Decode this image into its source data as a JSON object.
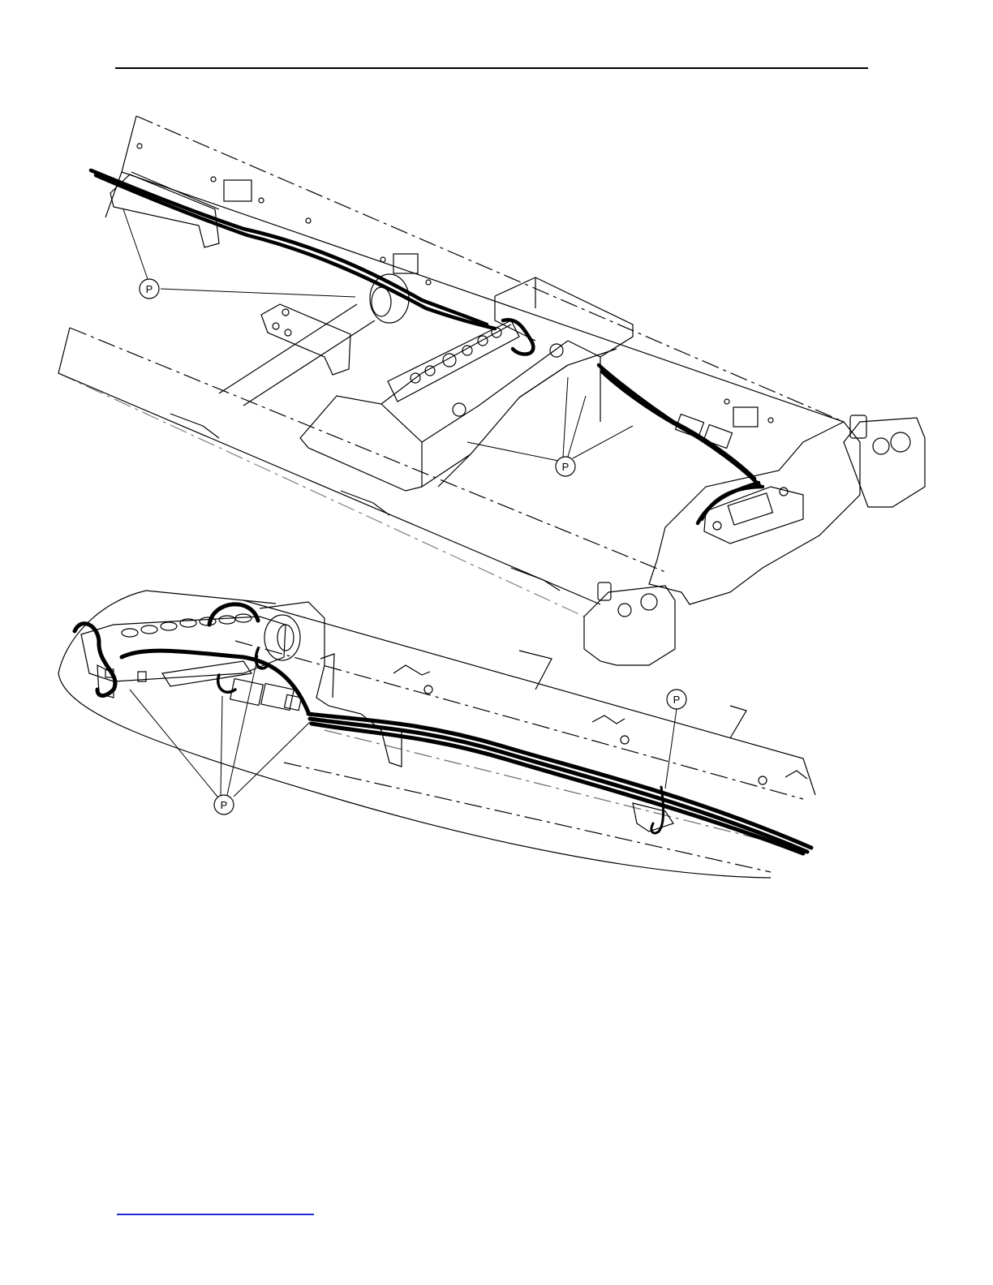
{
  "header": {
    "rule": true
  },
  "diagrams": {
    "upper": {
      "callouts": [
        {
          "label": "P"
        },
        {
          "label": "P"
        }
      ]
    },
    "lower": {
      "callouts": [
        {
          "label": "P"
        },
        {
          "label": "P"
        }
      ]
    }
  },
  "footer": {
    "link_text": ""
  },
  "colors": {
    "line": "#000000",
    "link": "#1f2bd6",
    "background": "#ffffff"
  }
}
